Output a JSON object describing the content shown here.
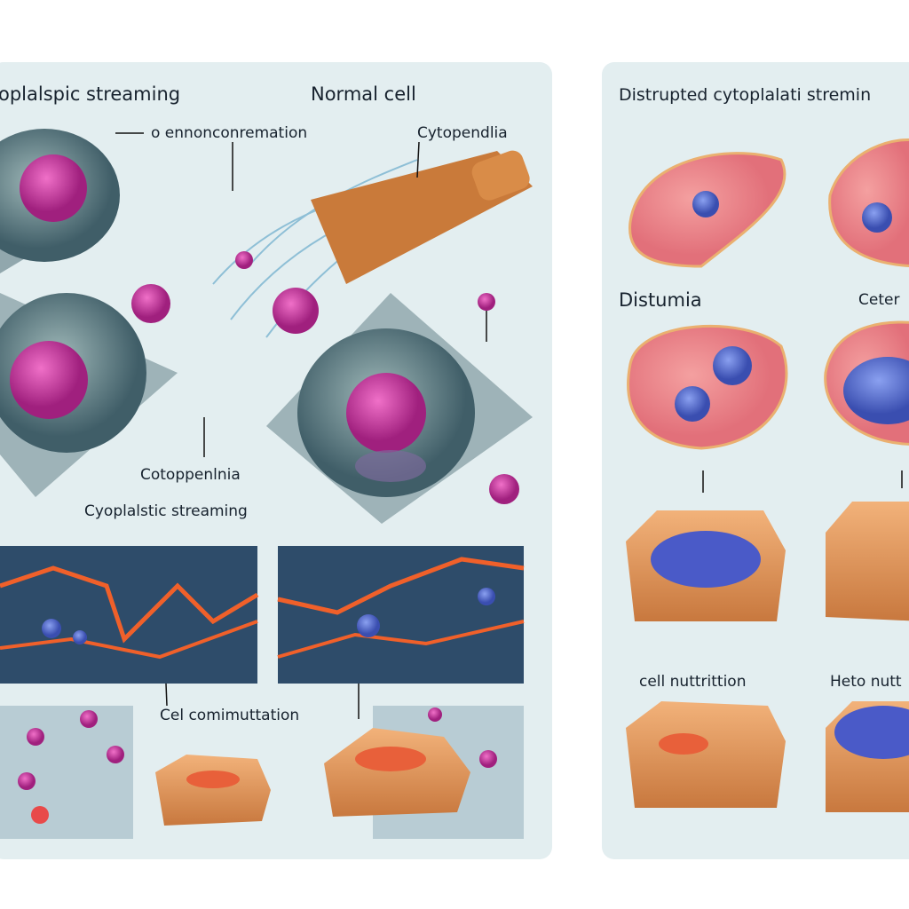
{
  "left_panel": {
    "title": "oplalspic streaming",
    "subtitle": "Normal cell",
    "labels": {
      "annotation_top": "o ennonconremation",
      "cytopendlia": "Cytopendlia",
      "cotoppenlnia": "Cotoppenlnia",
      "cyoplalstic": "Cyoplalstic streaming",
      "comimuttation": "Cel comimuttation"
    }
  },
  "right_panel": {
    "title": "Distrupted cytoplalati stremin",
    "labels": {
      "distumia": "Distumia",
      "ceter": "Ceter",
      "nutrition": "cell nuttrittion",
      "heto": "Heto nutt"
    }
  },
  "colors": {
    "panel": "#e3eef0",
    "cell": "#5f7f86",
    "nucleus": "#c8329a",
    "wave": "#f0602a",
    "tissue": "#e9a062",
    "pink_cell": "#ef8f8c",
    "blue_nucleus": "#4a63c8"
  }
}
